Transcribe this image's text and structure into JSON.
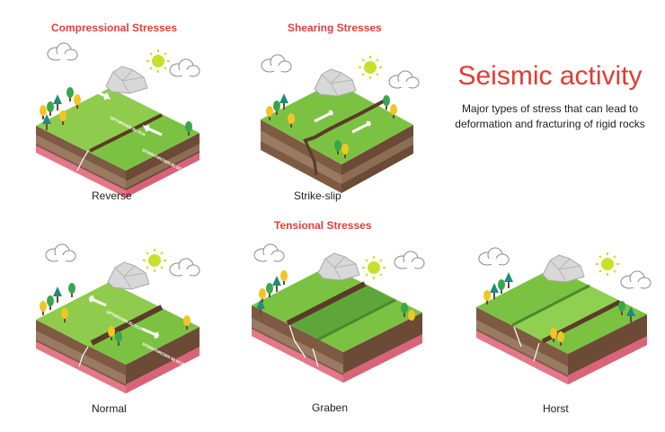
{
  "title": "Seismic activity",
  "subtitle": "Major types of stress that can lead to deformation and fracturing of rigid rocks",
  "headings": {
    "compressional": "Compressional Stresses",
    "shearing": "Shearing Stresses",
    "tensional": "Tensional Stresses"
  },
  "blocks": {
    "reverse": {
      "caption": "Reverse",
      "upthrown": "UPTHROWN BLOCK",
      "downthrown": "DOWNTHROWN BLOCK"
    },
    "strike_slip": {
      "caption": "Strike-slip"
    },
    "normal": {
      "caption": "Normal",
      "upthrown": "UPTHROWN BLOCK",
      "downthrown": "DOWNTHROWN BLOCK"
    },
    "graben": {
      "caption": "Graben"
    },
    "horst": {
      "caption": "Horst"
    }
  },
  "colors": {
    "accent": "#e23b33",
    "grass": "#7cc242",
    "grass_light": "#a4d65e",
    "soil": "#6b4a36",
    "rock": "#d0cfcf",
    "sun": "#c6e12b"
  }
}
